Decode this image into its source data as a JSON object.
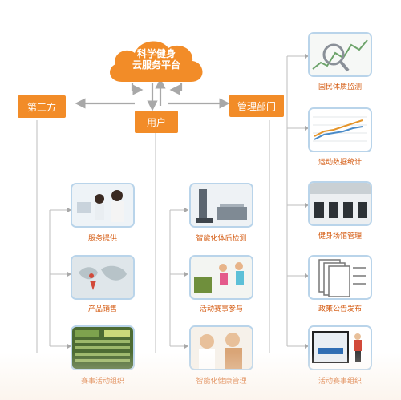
{
  "cloud": {
    "line1": "科学健身",
    "line2": "云服务平台"
  },
  "nodes": {
    "third_party": "第三方",
    "user": "用户",
    "management": "管理部门"
  },
  "third_party_items": [
    {
      "label": "服务提供"
    },
    {
      "label": "产品销售"
    },
    {
      "label": "赛事活动组织"
    }
  ],
  "user_items": [
    {
      "label": "智能化体质检测"
    },
    {
      "label": "活动赛事参与"
    },
    {
      "label": "智能化健康管理"
    }
  ],
  "management_items": [
    {
      "label": "国民体质监测"
    },
    {
      "label": "运动数据统计"
    },
    {
      "label": "健身场馆管理"
    },
    {
      "label": "政策公告发布"
    },
    {
      "label": "活动赛事组织"
    }
  ],
  "colors": {
    "accent": "#f28c28",
    "caption": "#d45a10",
    "connector": "#b8b8b8",
    "thumb_border": "#b9d4ea"
  }
}
